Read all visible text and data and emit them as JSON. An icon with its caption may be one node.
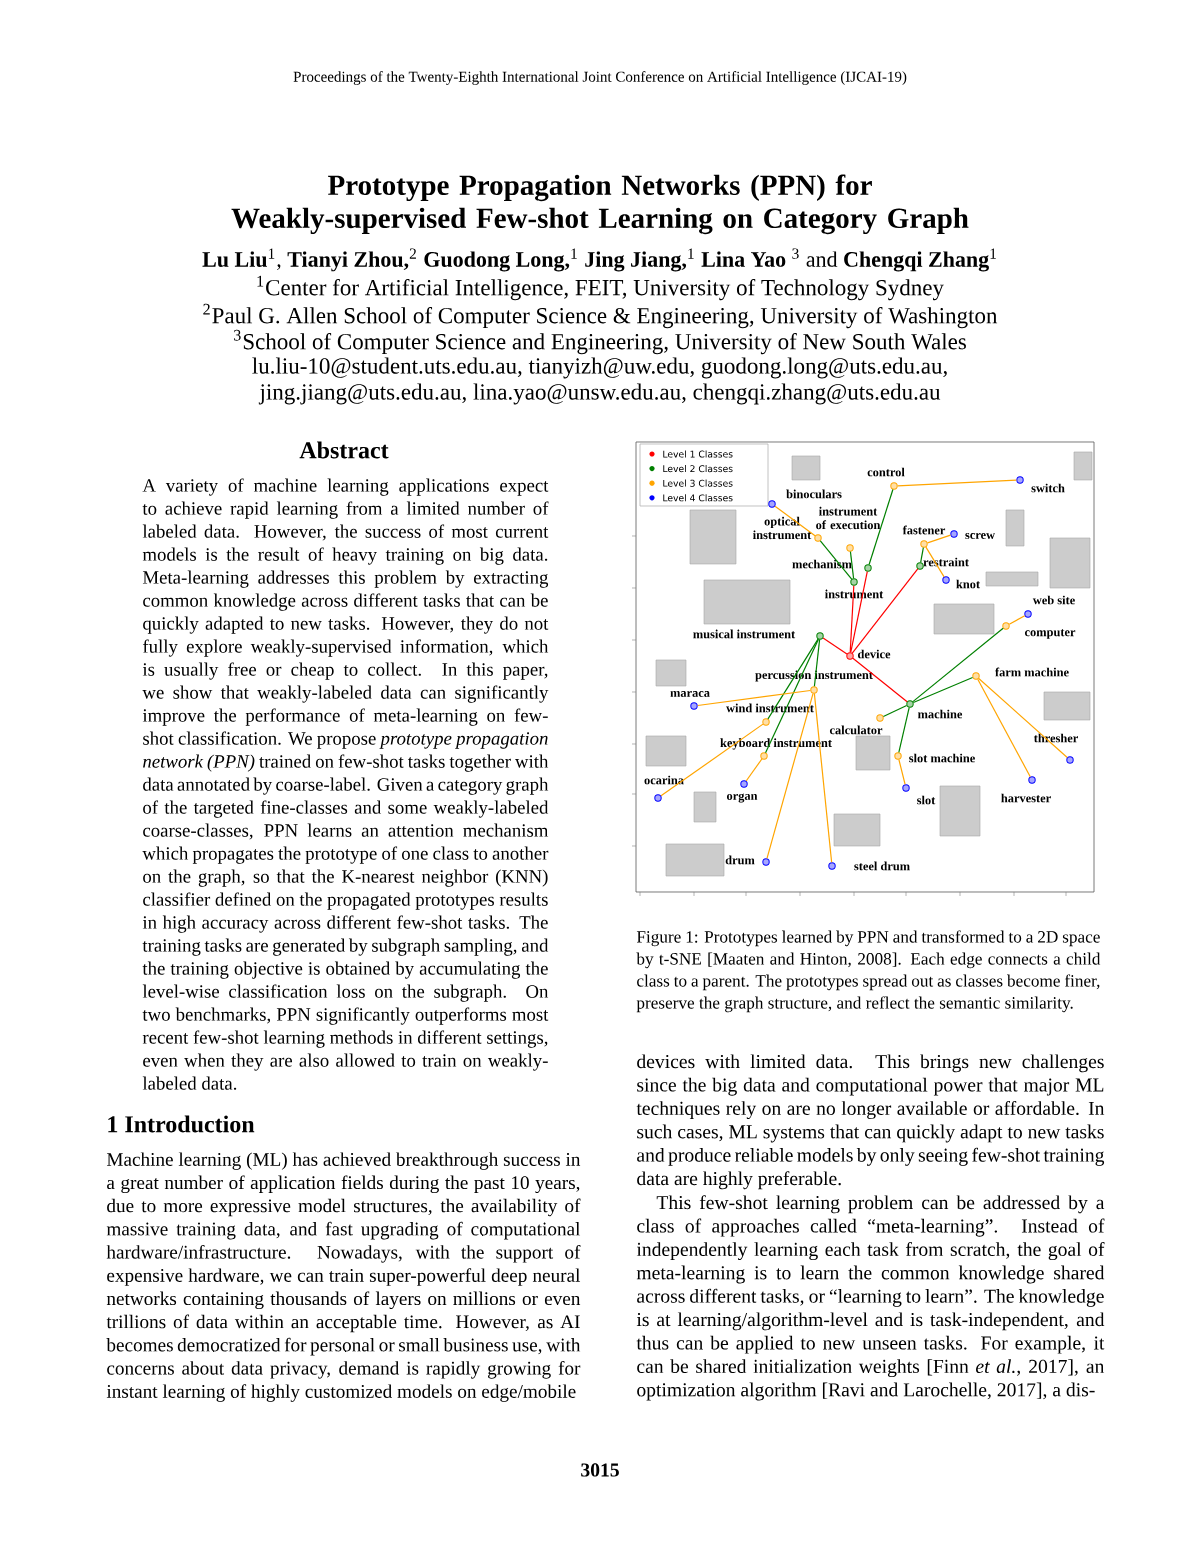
{
  "diagram": {
    "title": "Prototype Propagation Networks (PPN) for Weakly-supervised Few-shot Learning on Category Graph",
    "caption": "Figure 1: Prototypes learned by PPN and transformed to a 2D space by t-SNE [Maaten and Hinton, 2008]. Each edge connects a child class to a parent. The prototypes spread out as classes become finer, preserve the graph structure, and reflect the semantic similarity.",
    "nodes": [
      {
        "text": [
          "binoculars"
        ]
      },
      {
        "text": [
          "control"
        ]
      },
      {
        "text": [
          "switch"
        ]
      },
      {
        "text": [
          "optical instrument"
        ]
      },
      {
        "text": [
          "instrument of execution"
        ]
      },
      {
        "text": [
          "fastener"
        ]
      },
      {
        "text": [
          "screw"
        ]
      },
      {
        "text": [
          "mechanism"
        ]
      },
      {
        "text": [
          "restraint"
        ]
      },
      {
        "text": [
          "instrument"
        ]
      },
      {
        "text": [
          "knot"
        ]
      },
      {
        "text": [
          "web site"
        ]
      },
      {
        "text": [
          "computer"
        ]
      },
      {
        "text": [
          "musical instrument"
        ]
      },
      {
        "text": [
          "device"
        ]
      },
      {
        "text": [
          "farm machine"
        ]
      },
      {
        "text": [
          "percussion instrument"
        ]
      },
      {
        "text": [
          "maraca"
        ]
      },
      {
        "text": [
          "machine"
        ]
      },
      {
        "text": [
          "wind instrument"
        ]
      },
      {
        "text": [
          "calculator"
        ]
      },
      {
        "text": [
          "keyboard instrument"
        ]
      },
      {
        "text": [
          "slot machine"
        ]
      },
      {
        "text": [
          "thresher"
        ]
      },
      {
        "text": [
          "ocarina"
        ]
      },
      {
        "text": [
          "organ"
        ]
      },
      {
        "text": [
          "slot"
        ]
      },
      {
        "text": [
          "harvester"
        ]
      },
      {
        "text": [
          "drum"
        ]
      },
      {
        "text": [
          "steel drum"
        ]
      }
    ],
    "edges": [
      {
        "from": 9,
        "to": 14,
        "arrow": "none",
        "color": "#ff0000"
      },
      {
        "from": 7,
        "to": 14,
        "arrow": "none",
        "color": "#ff0000"
      },
      {
        "from": 8,
        "to": 14,
        "arrow": "none",
        "color": "#ff0000"
      },
      {
        "from": 18,
        "to": 14,
        "arrow": "none",
        "color": "#ff0000"
      },
      {
        "from": 13,
        "to": 14,
        "arrow": "none",
        "color": "#ff0000"
      },
      {
        "from": 3,
        "to": 9,
        "arrow": "none",
        "color": "#008000"
      },
      {
        "from": 4,
        "to": 9,
        "arrow": "none",
        "color": "#008000"
      },
      {
        "from": 1,
        "to": 7,
        "arrow": "none",
        "color": "#008000"
      },
      {
        "from": 5,
        "to": 8,
        "arrow": "none",
        "color": "#008000"
      },
      {
        "from": 12,
        "to": 18,
        "arrow": "none",
        "color": "#008000"
      },
      {
        "from": 15,
        "to": 18,
        "arrow": "none",
        "color": "#008000"
      },
      {
        "from": 20,
        "to": 18,
        "arrow": "none",
        "color": "#008000"
      },
      {
        "from": 22,
        "to": 18,
        "arrow": "none",
        "color": "#008000"
      },
      {
        "from": 16,
        "to": 13,
        "arrow": "none",
        "color": "#008000"
      },
      {
        "from": 19,
        "to": 13,
        "arrow": "none",
        "color": "#008000"
      },
      {
        "from": 21,
        "to": 13,
        "arrow": "none",
        "color": "#008000"
      },
      {
        "from": 0,
        "to": 3,
        "arrow": "none",
        "color": "#ffa500"
      },
      {
        "from": 2,
        "to": 1,
        "arrow": "none",
        "color": "#ffa500"
      },
      {
        "from": 6,
        "to": 5,
        "arrow": "none",
        "color": "#ffa500"
      },
      {
        "from": 10,
        "to": 5,
        "arrow": "none",
        "color": "#ffa500"
      },
      {
        "from": 11,
        "to": 12,
        "arrow": "none",
        "color": "#ffa500"
      },
      {
        "from": 23,
        "to": 15,
        "arrow": "none",
        "color": "#ffa500"
      },
      {
        "from": 27,
        "to": 15,
        "arrow": "none",
        "color": "#ffa500"
      },
      {
        "from": 26,
        "to": 22,
        "arrow": "none",
        "color": "#ffa500"
      },
      {
        "from": 17,
        "to": 16,
        "arrow": "none",
        "color": "#ffa500"
      },
      {
        "from": 28,
        "to": 16,
        "arrow": "none",
        "color": "#ffa500"
      },
      {
        "from": 29,
        "to": 16,
        "arrow": "none",
        "color": "#ffa500"
      },
      {
        "from": 24,
        "to": 19,
        "arrow": "none",
        "color": "#ffa500"
      },
      {
        "from": 25,
        "to": 21,
        "arrow": "none",
        "color": "#ffa500"
      }
    ],
    "labels": [
      "Proceedings of the Twenty-Eighth International Joint Conference on Artificial Intelligence (IJCAI-19)",
      "**Lu Liu**$^{1}$, **Tianyi Zhou,**$^{2}$ **Guodong Long,**$^{1}$ **Jing Jiang,**$^{1}$ **Lina Yao** $^{3}$ and **Chengqi Zhang**$^{1}$",
      "$^{1}$Center for Artificial Intelligence, FEIT, University of Technology Sydney",
      "$^{2}$Paul G. Allen School of Computer Science & Engineering, University of Washington",
      "$^{3}$School of Computer Science and Engineering, University of New South Wales",
      "lu.liu-10@student.uts.edu.au, tianyizh@uw.edu, guodong.long@uts.edu.au,",
      "jing.jiang@uts.edu.au, lina.yao@unsw.edu.au, chengqi.zhang@uts.edu.au",
      "Abstract",
      "A variety of machine learning applications expect to achieve rapid learning from a limited number of labeled data. However, the success of most current models is the result of heavy training on big data. Meta-learning addresses this problem by extracting common knowledge across different tasks that can be quickly adapted to new tasks. However, they do not fully explore weakly-supervised information, which is usually free or cheap to collect. In this paper, we show that weakly-labeled data can significantly improve the performance of meta-learning on few-shot classification. We propose *prototype propagation network (PPN)* trained on few-shot tasks together with data annotated by coarse-label. Given a category graph of the targeted fine-classes and some weakly-labeled coarse-classes, PPN learns an attention mechanism which propagates the prototype of one class to another on the graph, so that the K-nearest neighbor (KNN) classifier defined on the propagated prototypes results in high accuracy across different few-shot tasks. The training tasks are generated by subgraph sampling, and the training objective is obtained by accumulating the level-wise classification loss on the subgraph. On two benchmarks, PPN significantly outperforms most recent few-shot learning methods in different settings, even when they are also allowed to train on weakly-labeled data.",
      "1 Introduction",
      "Machine learning (ML) has achieved breakthrough success in a great number of application fields during the past 10 years, due to more expressive model structures, the availability of massive training data, and fast upgrading of computational hardware/infrastructure. Nowadays, with the support of expensive hardware, we can train super-powerful deep neural networks containing thousands of layers on millions or even trillions of data within an acceptable time. However, as AI becomes democratized for personal or small business use, with concerns about data privacy, demand is rapidly growing for instant learning of highly customized models on edge/mobile",
      "devices with limited data. This brings new challenges since the big data and computational power that major ML techniques rely on are no longer available or affordable. In such cases, ML systems that can quickly adapt to new tasks and produce reliable models by only seeing few-shot training data are highly preferable.",
      "This few-shot learning problem can be addressed by a class of approaches called “meta-learning”. Instead of independently learning each task from scratch, the goal of meta-learning is to learn the common knowledge shared across different tasks, or “learning to learn”. The knowledge is at learning/algorithm-level and is task-independent, and thus can be applied to new unseen tasks. For example, it can be shared initialization weights [Finn *et al.*, 2017], an optimization algorithm [Ravi and Larochelle, 2017], a dis-",
      "3015"
    ],
    "legend": [
      {
        "text": "Level 1 Classes",
        "color": "#ff0000"
      },
      {
        "text": "Level 2 Classes",
        "color": "#008000"
      },
      {
        "text": "Level 3 Classes",
        "color": "#ffa500"
      },
      {
        "text": "Level 4 Classes",
        "color": "#0000ff"
      }
    ]
  }
}
